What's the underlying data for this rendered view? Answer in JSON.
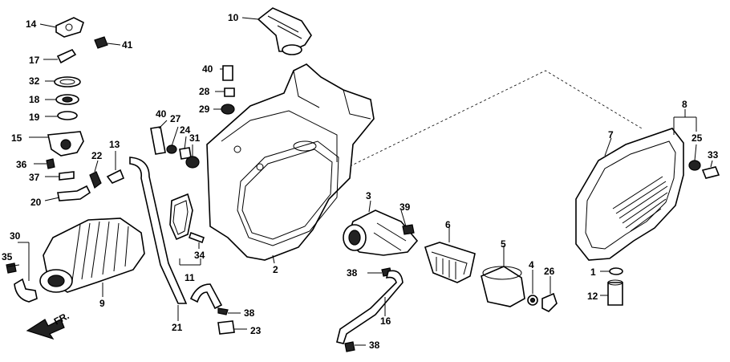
{
  "callouts": {
    "c1": "1",
    "c2": "2",
    "c3": "3",
    "c4": "4",
    "c5": "5",
    "c6": "6",
    "c7": "7",
    "c8": "8",
    "c9": "9",
    "c10": "10",
    "c11": "11",
    "c12": "12",
    "c13": "13",
    "c14": "14",
    "c15": "15",
    "c16": "16",
    "c17": "17",
    "c18": "18",
    "c19": "19",
    "c20": "20",
    "c21": "21",
    "c22": "22",
    "c23": "23",
    "c24": "24",
    "c25": "25",
    "c26": "26",
    "c27": "27",
    "c28": "28",
    "c29": "29",
    "c30": "30",
    "c31": "31",
    "c32": "32",
    "c33": "33",
    "c34": "34",
    "c35": "35",
    "c36": "36",
    "c37": "37",
    "c38a": "38",
    "c38b": "38",
    "c38c": "38",
    "c39": "39",
    "c40a": "40",
    "c40b": "40",
    "c41": "41"
  },
  "direction_label": "FR."
}
